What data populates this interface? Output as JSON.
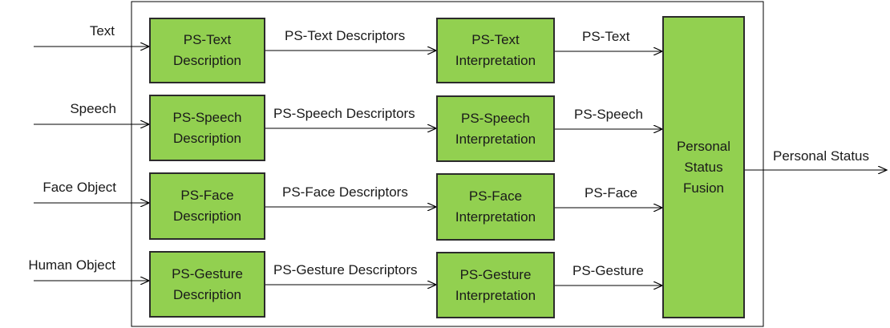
{
  "inputs": [
    "Text",
    "Speech",
    "Face Object",
    "Human Object"
  ],
  "description_blocks": [
    [
      "PS-Text",
      "Description"
    ],
    [
      "PS-Speech",
      "Description"
    ],
    [
      "PS-Face",
      "Description"
    ],
    [
      "PS-Gesture",
      "Description"
    ]
  ],
  "descriptor_labels": [
    "PS-Text Descriptors",
    "PS-Speech Descriptors",
    "PS-Face Descriptors",
    "PS-Gesture Descriptors"
  ],
  "interpretation_blocks": [
    [
      "PS-Text",
      "Interpretation"
    ],
    [
      "PS-Speech",
      "Interpretation"
    ],
    [
      "PS-Face",
      "Interpretation"
    ],
    [
      "PS-Gesture",
      "Interpretation"
    ]
  ],
  "interpretation_outputs": [
    "PS-Text",
    "PS-Speech",
    "PS-Face",
    "PS-Gesture"
  ],
  "fusion_block": [
    "Personal",
    "Status",
    "Fusion"
  ],
  "output": "Personal Status",
  "colors": {
    "block_fill": "#92d050",
    "block_border": "#2b2b2b",
    "line": "#000000"
  }
}
